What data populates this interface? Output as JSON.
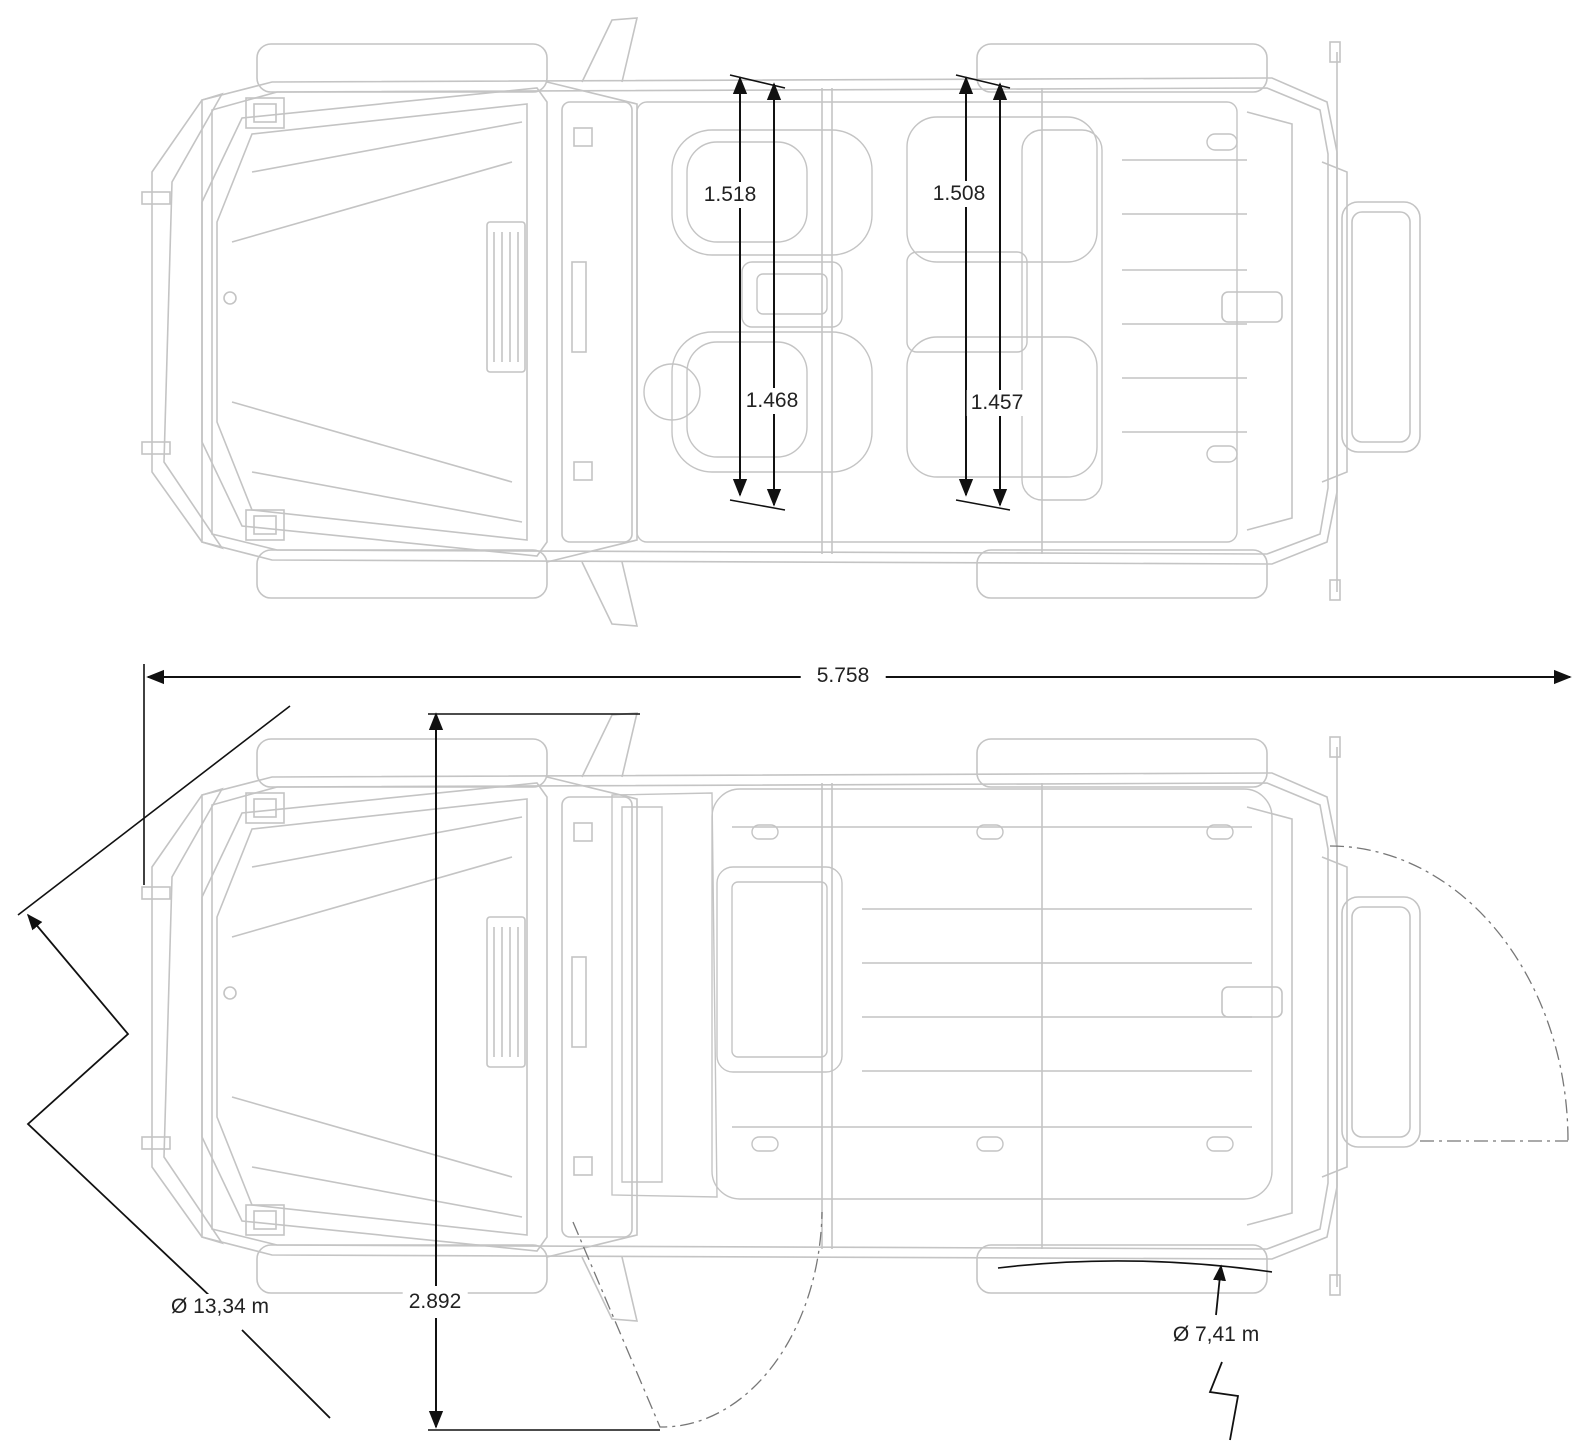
{
  "labels": {
    "front_track_seat_left": "1.518",
    "front_track_seat_right": "1.468",
    "rear_track_seat_left": "1.508",
    "rear_track_seat_right": "1.457",
    "overall_length": "5.758",
    "overall_width": "2.892",
    "turning_circle_outer": "Ø 13,34 m",
    "turning_circle_inner": "Ø 7,41 m"
  },
  "colors": {
    "outline": "#c4c4c4",
    "dimension_line": "#111111",
    "text": "#222222"
  }
}
